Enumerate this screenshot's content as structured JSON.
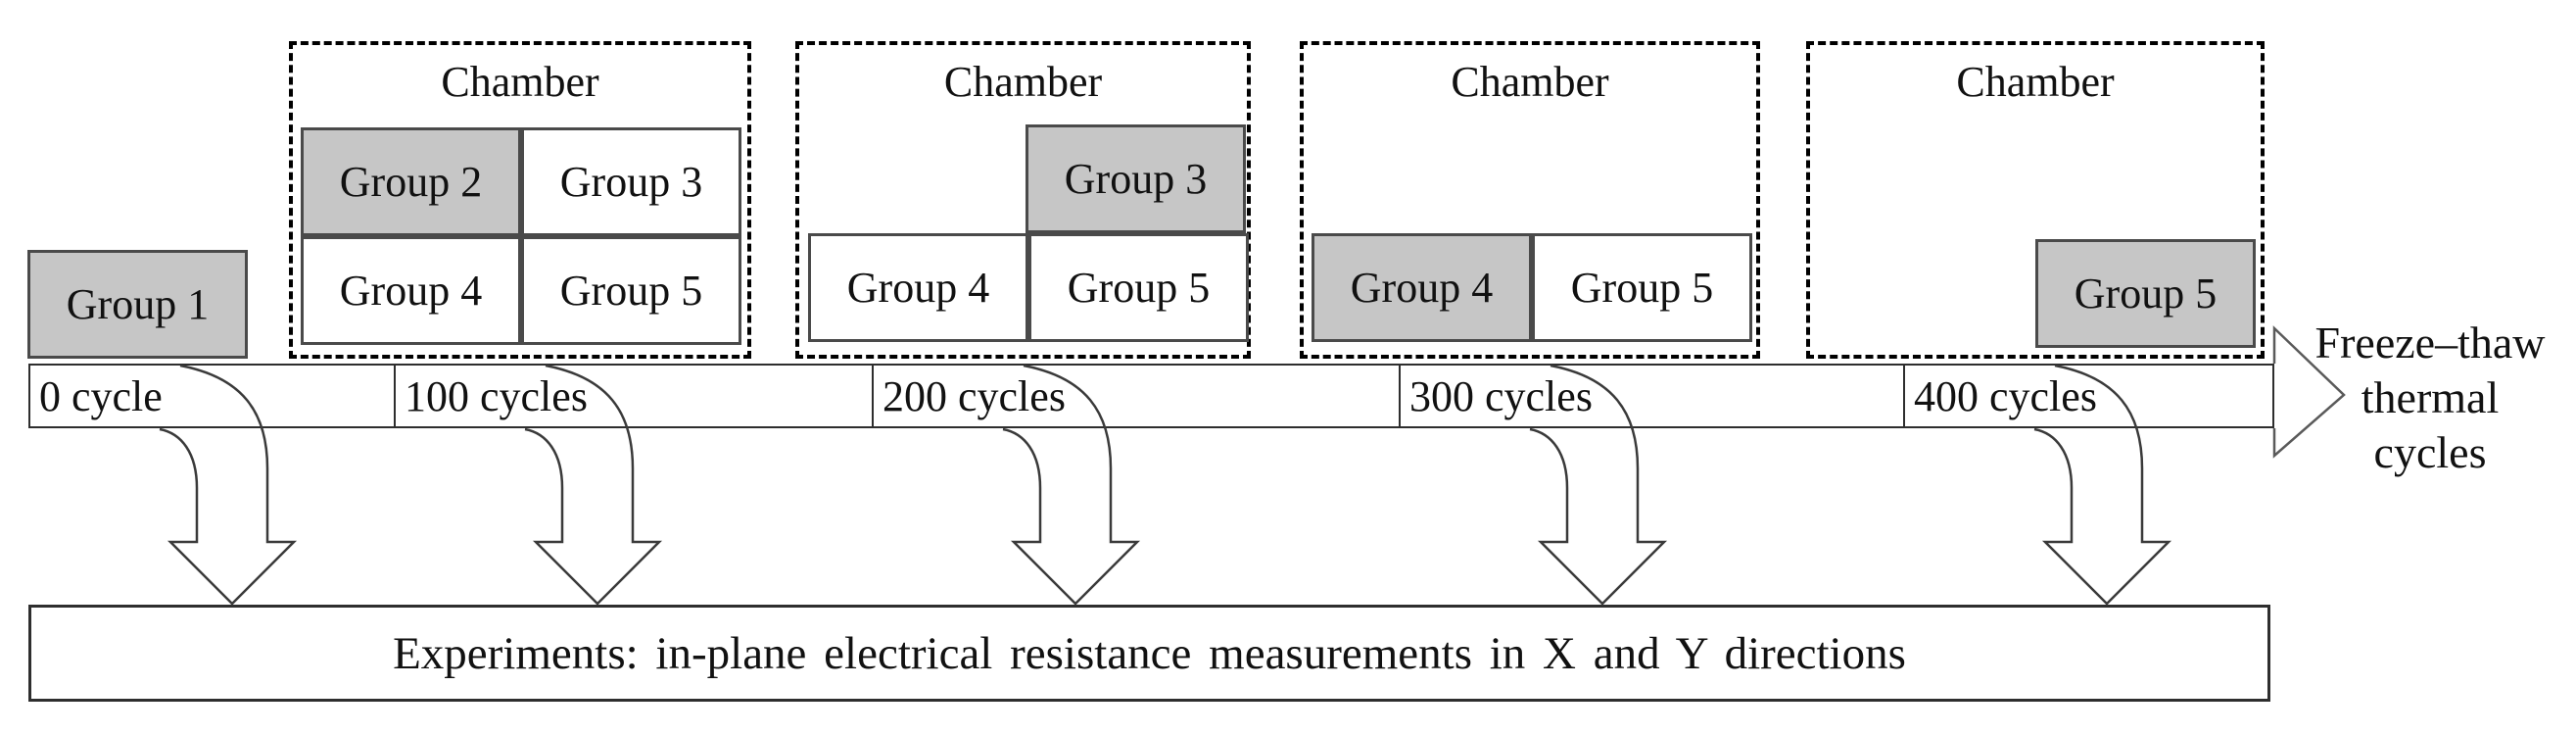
{
  "group1": {
    "label": "Group 1",
    "highlighted": true
  },
  "chambers": [
    {
      "title": "Chamber",
      "groups": [
        {
          "label": "Group 2",
          "highlighted": true
        },
        {
          "label": "Group 3",
          "highlighted": false
        },
        {
          "label": "Group 4",
          "highlighted": false
        },
        {
          "label": "Group 5",
          "highlighted": false
        }
      ]
    },
    {
      "title": "Chamber",
      "groups": [
        {
          "label": "Group 3",
          "highlighted": true
        },
        {
          "label": "Group 4",
          "highlighted": false
        },
        {
          "label": "Group 5",
          "highlighted": false
        }
      ]
    },
    {
      "title": "Chamber",
      "groups": [
        {
          "label": "Group 4",
          "highlighted": true
        },
        {
          "label": "Group 5",
          "highlighted": false
        }
      ]
    },
    {
      "title": "Chamber",
      "groups": [
        {
          "label": "Group 5",
          "highlighted": true
        }
      ]
    }
  ],
  "timeline": {
    "ticks": [
      {
        "label": "0 cycle"
      },
      {
        "label": "100 cycles"
      },
      {
        "label": "200 cycles"
      },
      {
        "label": "300 cycles"
      },
      {
        "label": "400 cycles"
      }
    ],
    "axis_label_lines": [
      "Freeze–thaw",
      "thermal",
      "cycles"
    ]
  },
  "experiments": {
    "label": "Experiments: in-plane electrical resistance measurements in X and Y directions"
  },
  "colors": {
    "highlight_fill": "#c6c6c6",
    "box_border": "#4a4a4a",
    "bar_border": "#2e2e2e",
    "arrow_stroke": "#3a3a3a",
    "background": "#ffffff"
  }
}
